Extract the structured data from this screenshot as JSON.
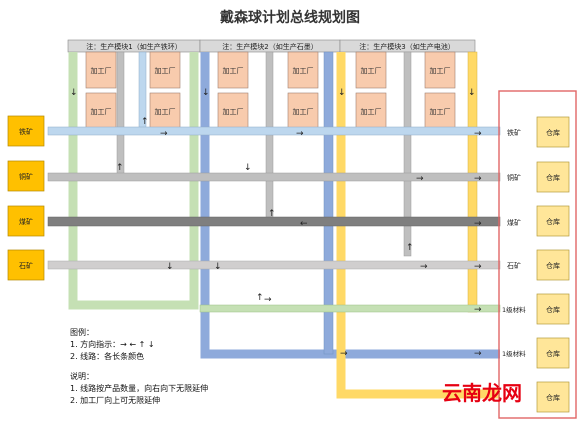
{
  "title": "戴森球计划总线规划图",
  "modules": [
    {
      "label": "注：生产模块1（如生产铁环）"
    },
    {
      "label": "注：生产模块2（如生产石墨）"
    },
    {
      "label": "注：生产模块3（如生产电池）"
    }
  ],
  "factory_label": "加工厂",
  "sources": [
    "铁矿",
    "铜矿",
    "煤矿",
    "石矿"
  ],
  "outputs": [
    "铁矿",
    "铜矿",
    "煤矿",
    "石矿",
    "1级材料",
    "1级材料"
  ],
  "warehouse_label": "仓库",
  "legend": {
    "title": "图例：",
    "line1": "1. 方向指示：→ ← ↑ ↓",
    "line2": "2. 线路：各长条颜色"
  },
  "notes": {
    "title": "说明：",
    "line1": "1. 线路按产品数量，向右向下无限延伸",
    "line2": "2. 加工厂向上可无限延伸"
  },
  "watermark": "云南龙网",
  "colors": {
    "iron": "#bdd7ee",
    "copper": "#bfbfbf",
    "coal": "#7f7f7f",
    "stone": "#d0cece",
    "green": "#c5e0b4",
    "blue": "#8eaadb",
    "yellow": "#ffd966",
    "source_fill": "#ffc000",
    "factory_fill": "#f8cbad",
    "warehouse_fill": "#ffe699",
    "module_header": "#d9d9d9",
    "highlight_border": "#e06666",
    "watermark": "#e60012"
  }
}
